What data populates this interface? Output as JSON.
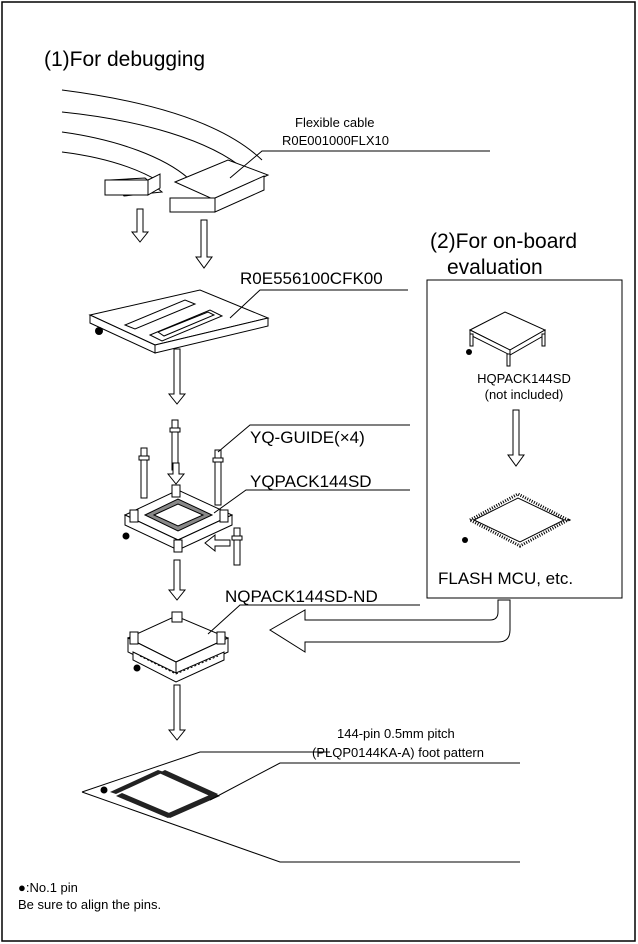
{
  "title_debugging": "(1)For debugging",
  "title_onboard_line1": "(2)For on-board",
  "title_onboard_line2": "evaluation",
  "flexible_cable": {
    "line1": "Flexible cable",
    "line2": "R0E001000FLX10"
  },
  "converter_board": "R0E556100CFK00",
  "yq_guide": "YQ-GUIDE(×4)",
  "yqpack": "YQPACK144SD",
  "nqpack": "NQPACK144SD-ND",
  "foot_pattern": {
    "line1": "144-pin 0.5mm pitch",
    "line2": "(PLQP0144KA-A) foot pattern"
  },
  "hqpack": {
    "line1": "HQPACK144SD",
    "line2": "(not included)"
  },
  "flash_mcu": "FLASH MCU, etc.",
  "legend": {
    "line1": "●:No.1 pin",
    "line2": "Be sure to align the pins."
  }
}
